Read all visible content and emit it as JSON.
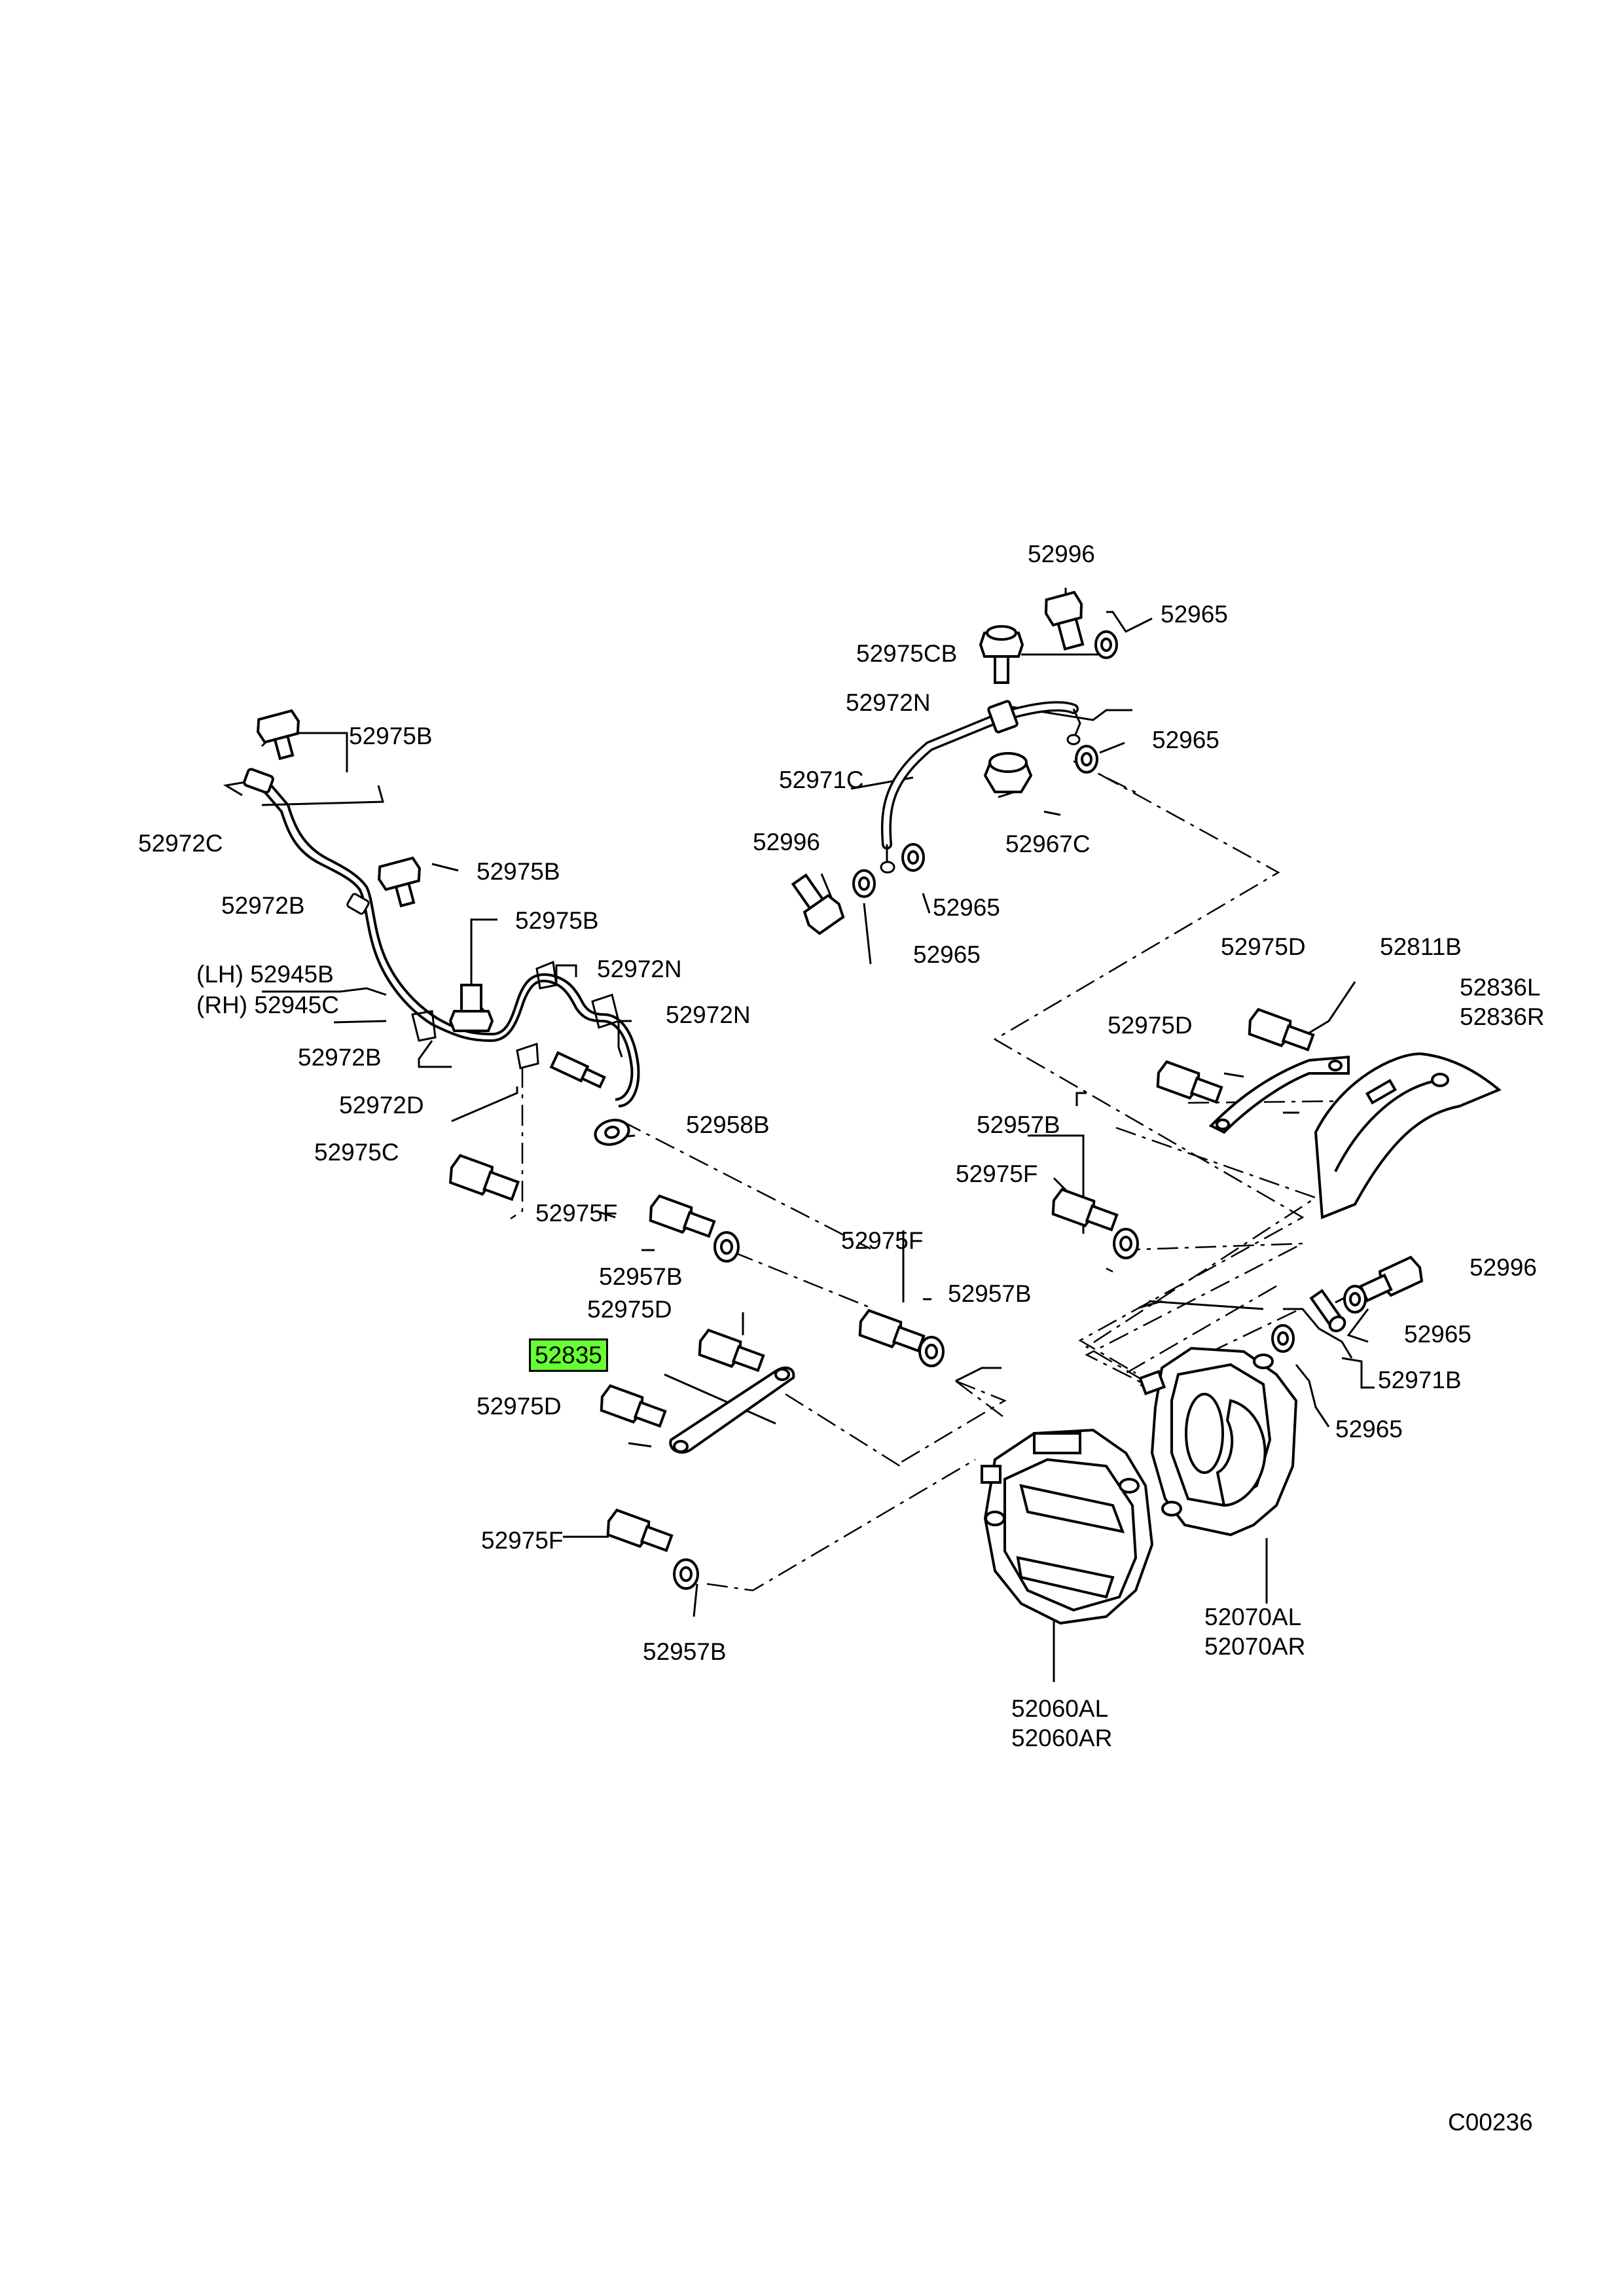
{
  "diagram": {
    "labels": {
      "p52996_top": "52996",
      "p52965_a": "52965",
      "p52975CB": "52975CB",
      "p52972N_top": "52972N",
      "p52965_b": "52965",
      "p52971C": "52971C",
      "p52967C": "52967C",
      "p52996_mid": "52996",
      "p52965_c": "52965",
      "p52965_d": "52965",
      "p52975B_a": "52975B",
      "p52972C": "52972C",
      "p52975B_b": "52975B",
      "p52972B_a": "52972B",
      "p52975B_c": "52975B",
      "p52945B": "(LH) 52945B",
      "p52945C": "(RH) 52945C",
      "p52972N_a": "52972N",
      "p52972N_b": "52972N",
      "p52972B_b": "52972B",
      "p52972D": "52972D",
      "p52975C": "52975C",
      "p52958B": "52958B",
      "p52975D_top": "52975D",
      "p52811B": "52811B",
      "p52836L": "52836L",
      "p52836R": "52836R",
      "p52975D_mid": "52975D",
      "p52957B_a": "52957B",
      "p52975F_a": "52975F",
      "p52975F_b": "52975F",
      "p52957B_b": "52957B",
      "p52975F_c": "52975F",
      "p52957B_c": "52957B",
      "p52975D_b": "52975D",
      "p52835": "52835",
      "p52975D_c": "52975D",
      "p52996_right": "52996",
      "p52965_e": "52965",
      "p52971B": "52971B",
      "p52965_f": "52965",
      "p52975F_d": "52975F",
      "p52957B_d": "52957B",
      "p52070AL": "52070AL",
      "p52070AR": "52070AR",
      "p52060AL": "52060AL",
      "p52060AR": "52060AR"
    },
    "highlight_color": "#66ff33",
    "highlighted_part": "52835",
    "page_code": "C00236"
  }
}
